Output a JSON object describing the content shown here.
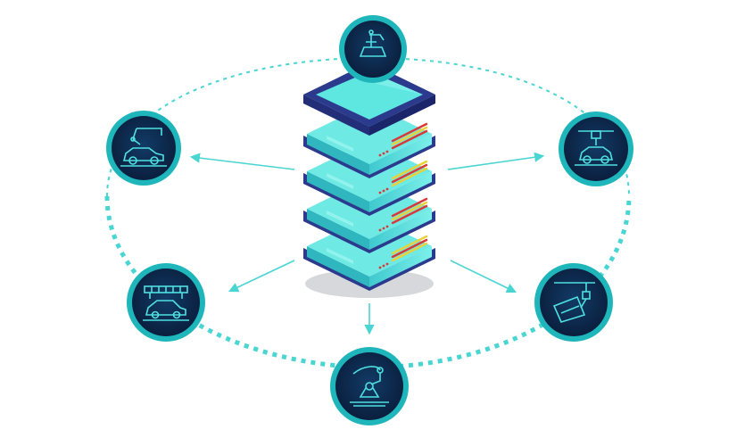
{
  "diagram": {
    "center": {
      "icon": "server-rack-icon",
      "layers": 4
    },
    "nodes": [
      {
        "id": "top",
        "icon": "robot-arm-car-body-icon"
      },
      {
        "id": "left-upper",
        "icon": "robot-arm-over-car-icon"
      },
      {
        "id": "right-upper",
        "icon": "gantry-car-icon"
      },
      {
        "id": "left-lower",
        "icon": "conveyor-car-icon"
      },
      {
        "id": "right-lower",
        "icon": "welding-robot-icon"
      },
      {
        "id": "bottom",
        "icon": "industrial-robot-arm-icon"
      }
    ],
    "colors": {
      "node_ring": "#2ec5c9",
      "node_fill": "#0c2547",
      "icon_stroke": "#4fe0e0",
      "connector": "#49d5d2",
      "server_top": "#5ee6e0",
      "server_frame": "#2b3a8c",
      "server_body": "#4fd8d6",
      "led_red": "#d83a3a",
      "led_yellow": "#e8d23a"
    }
  }
}
